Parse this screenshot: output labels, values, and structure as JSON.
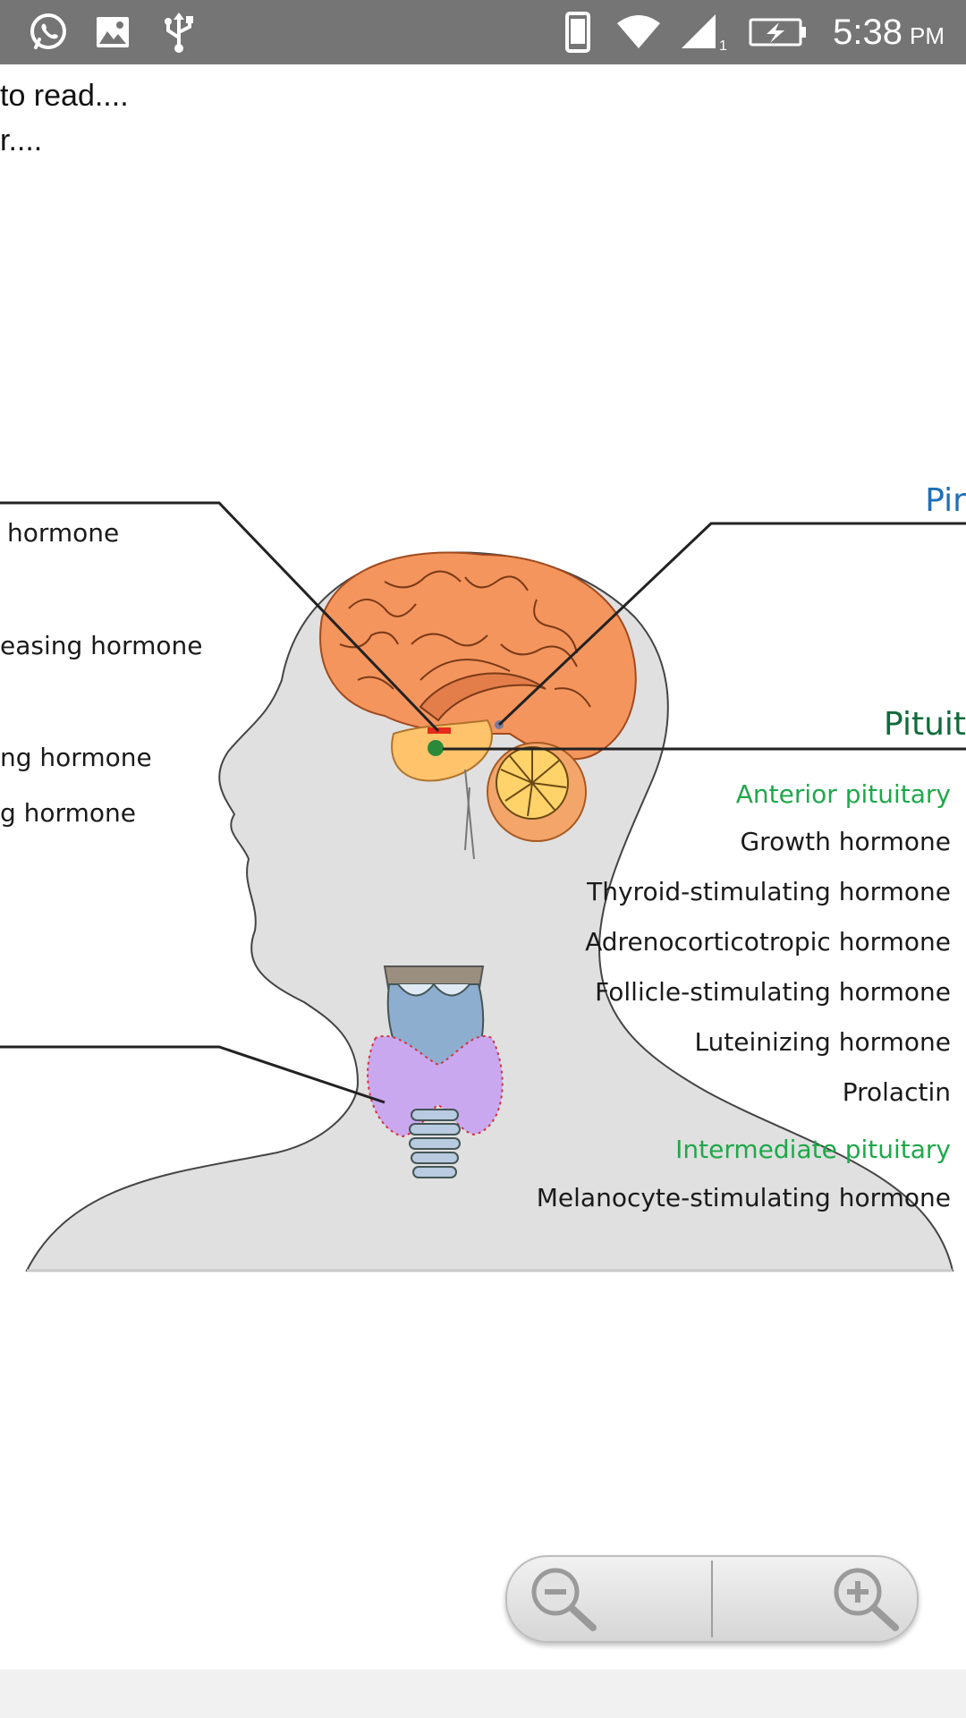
{
  "status_bar": {
    "time": "5:38",
    "ampm": "PM",
    "icons": [
      "whatsapp-icon",
      "gallery-icon",
      "usb-icon",
      "phone-icon",
      "wifi-icon",
      "signal-icon",
      "battery-charging-icon"
    ],
    "signal_sub": "1",
    "background": "#757575"
  },
  "page": {
    "line1": "to read....",
    "line2": "r...."
  },
  "diagram": {
    "left_labels": [
      "hormone",
      "easing hormone",
      "ng hormone",
      "g hormone"
    ],
    "top_right_label": "Pir",
    "pituitary_label": "Pituit",
    "anterior_heading": "Anterior pituitary",
    "anterior_items": [
      "Growth hormone",
      "Thyroid-stimulating hormone",
      "Adrenocorticotropic hormone",
      "Follicle-stimulating hormone",
      "Luteinizing hormone",
      "Prolactin"
    ],
    "intermediate_heading": "Intermediate pituitary",
    "intermediate_items": [
      "Melanocyte-stimulating hormone"
    ],
    "colors": {
      "silhouette": "#e0e0e0",
      "brain": "#f4955e",
      "cerebellum": "#f4a66a",
      "brainstem": "#ffc36b",
      "larynx": "#8eaed0",
      "thyroid": "#c9a8f0",
      "green": "#1fa84a",
      "blue": "#1f6fb8"
    }
  },
  "zoom": {
    "out_icon": "zoom-out-icon",
    "in_icon": "zoom-in-icon"
  }
}
